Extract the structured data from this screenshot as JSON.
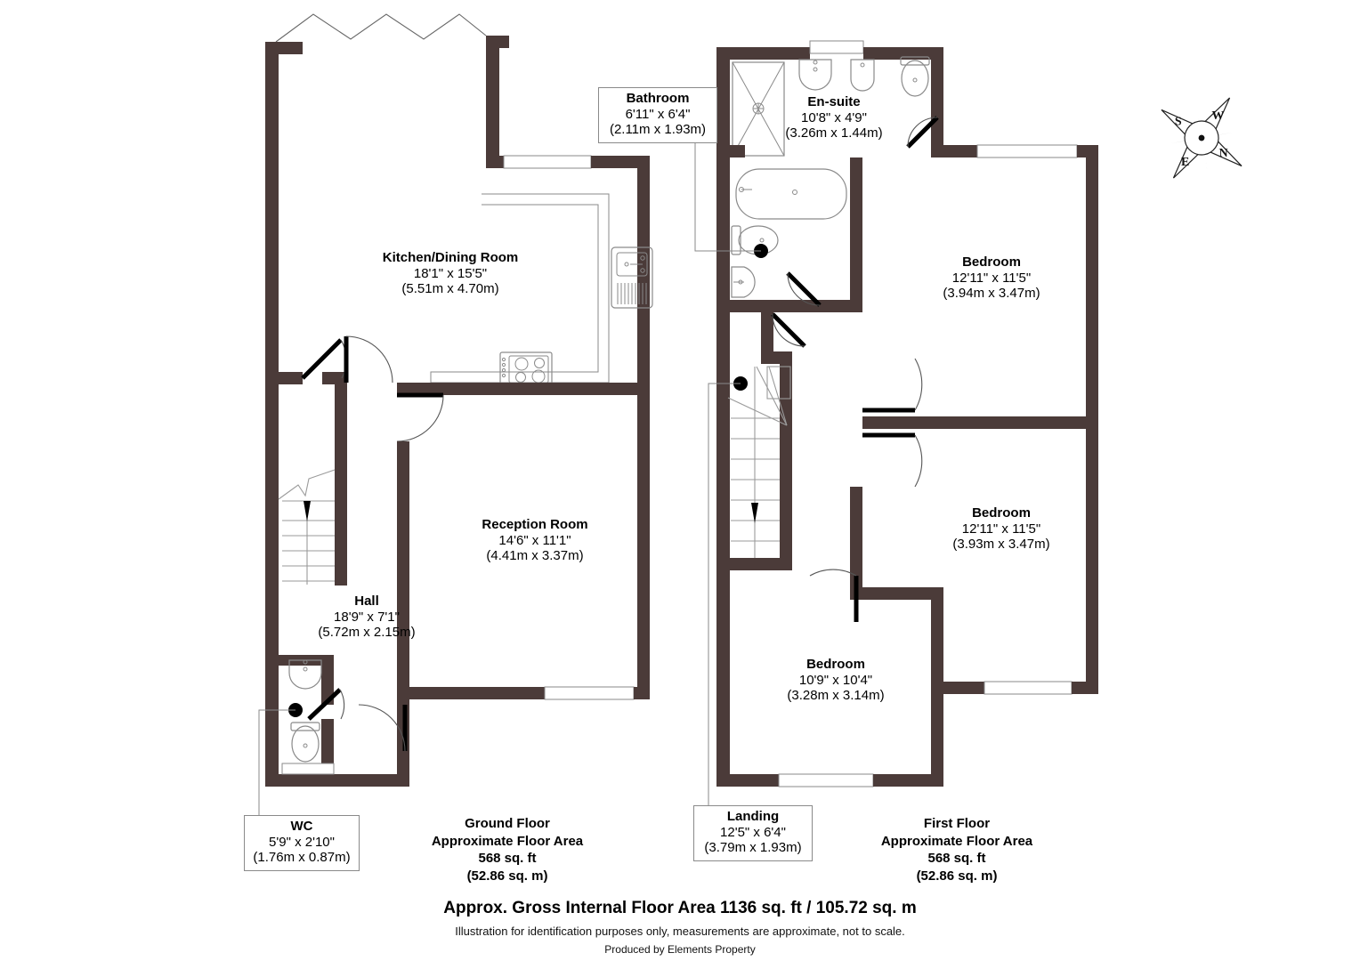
{
  "theme": {
    "wall_color": "#4b3b39",
    "line_color": "#6f6f6f",
    "fixture_stroke": "#8a8a8a",
    "door_color": "#000000",
    "background": "#ffffff"
  },
  "compass": {
    "name": "compass-rose",
    "labels": {
      "n": "N",
      "s": "S",
      "e": "E",
      "w": "W"
    }
  },
  "ground_floor": {
    "rooms": [
      {
        "key": "kitchen",
        "name": "Kitchen/Dining Room",
        "imperial": "18'1\" x 15'5\"",
        "metric": "(5.51m x 4.70m)"
      },
      {
        "key": "reception",
        "name": "Reception Room",
        "imperial": "14'6\" x 11'1\"",
        "metric": "(4.41m x 3.37m)"
      },
      {
        "key": "hall",
        "name": "Hall",
        "imperial": "18'9\" x 7'1\"",
        "metric": "(5.72m x 2.15m)"
      }
    ],
    "callouts": [
      {
        "key": "wc",
        "name": "WC",
        "imperial": "5'9\" x 2'10\"",
        "metric": "(1.76m x 0.87m)"
      }
    ],
    "area": {
      "title": "Ground Floor",
      "subtitle": "Approximate Floor Area",
      "sqft": "568 sq. ft",
      "sqm": "(52.86 sq. m)"
    }
  },
  "first_floor": {
    "rooms": [
      {
        "key": "ensuite",
        "name": "En-suite",
        "imperial": "10'8\" x 4'9\"",
        "metric": "(3.26m x 1.44m)"
      },
      {
        "key": "bedroom1",
        "name": "Bedroom",
        "imperial": "12'11\" x 11'5\"",
        "metric": "(3.94m x 3.47m)"
      },
      {
        "key": "bedroom2",
        "name": "Bedroom",
        "imperial": "12'11\" x 11'5\"",
        "metric": "(3.93m x 3.47m)"
      },
      {
        "key": "bedroom3",
        "name": "Bedroom",
        "imperial": "10'9\" x 10'4\"",
        "metric": "(3.28m x 3.14m)"
      }
    ],
    "callouts": [
      {
        "key": "bathroom",
        "name": "Bathroom",
        "imperial": "6'11\" x 6'4\"",
        "metric": "(2.11m x 1.93m)"
      },
      {
        "key": "landing",
        "name": "Landing",
        "imperial": "12'5\" x 6'4\"",
        "metric": "(3.79m x 1.93m)"
      }
    ],
    "area": {
      "title": "First Floor",
      "subtitle": "Approximate Floor Area",
      "sqft": "568 sq. ft",
      "sqm": "(52.86 sq. m)"
    }
  },
  "footer": {
    "total": "Approx. Gross Internal Floor Area 1136 sq. ft / 105.72 sq. m",
    "disclaimer": "Illustration for identification purposes only, measurements are approximate, not to scale.",
    "producer": "Produced by Elements Property"
  }
}
